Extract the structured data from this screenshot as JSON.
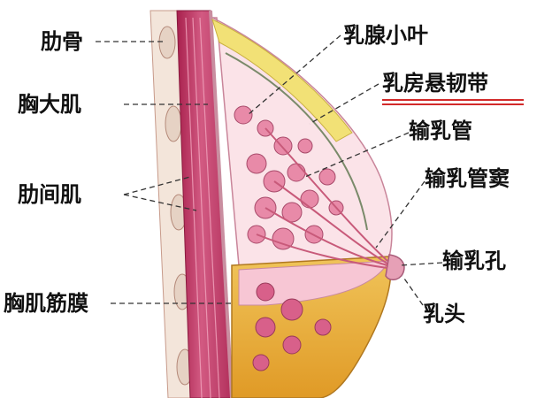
{
  "labels": {
    "lei_gu": "肋骨",
    "xiong_da_ji": "胸大肌",
    "lei_jian_ji": "肋间肌",
    "xiong_ji_jin_mo": "胸肌筋膜",
    "ru_xian_xiao_ye": "乳腺小叶",
    "ru_fang_xuan_ren_dai": "乳房悬韧带",
    "shu_ru_guan": "输乳管",
    "shu_ru_guan_dou": "输乳管窦",
    "shu_ru_kong": "输乳孔",
    "ru_tou": "乳头"
  },
  "colors": {
    "muscle": "#c2406a",
    "rib": "#f2e2d6",
    "fat": "#e8b43a",
    "gland": "#e88aa8",
    "ligament_highlight": "#d22a2a"
  }
}
